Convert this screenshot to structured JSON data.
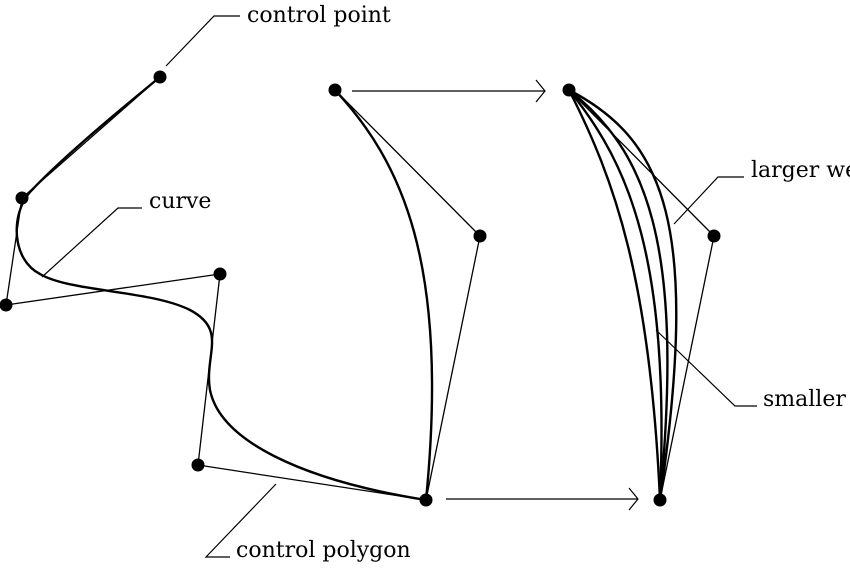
{
  "labels": {
    "control_point": "control point",
    "curve": "curve",
    "control_polygon": "control polygon",
    "larger_weight": "larger we",
    "smaller_weight": "smaller"
  },
  "colors": {
    "stroke": "#000000",
    "background": "#ffffff"
  }
}
